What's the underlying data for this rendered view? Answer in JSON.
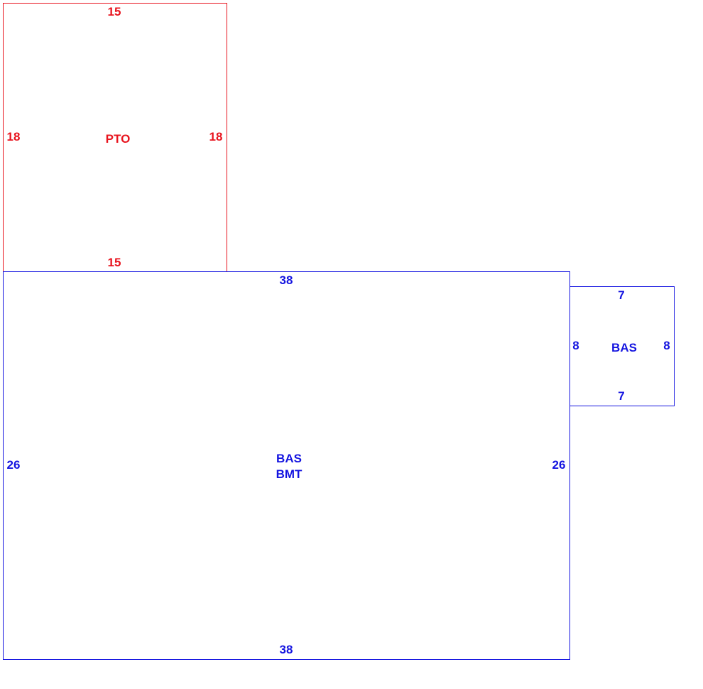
{
  "colors": {
    "pto": "#e8141e",
    "bas": "#1414e0"
  },
  "areas": [
    {
      "name": "PTO",
      "labels": [
        "PTO"
      ],
      "top": "15",
      "bottom": "15",
      "left": "18",
      "right": "18"
    },
    {
      "name": "BAS BMT",
      "labels": [
        "BAS",
        "BMT"
      ],
      "top": "38",
      "bottom": "38",
      "left": "26",
      "right": "26"
    },
    {
      "name": "BAS",
      "labels": [
        "BAS"
      ],
      "top": "7",
      "bottom": "7",
      "left": "8",
      "right": "8"
    }
  ]
}
